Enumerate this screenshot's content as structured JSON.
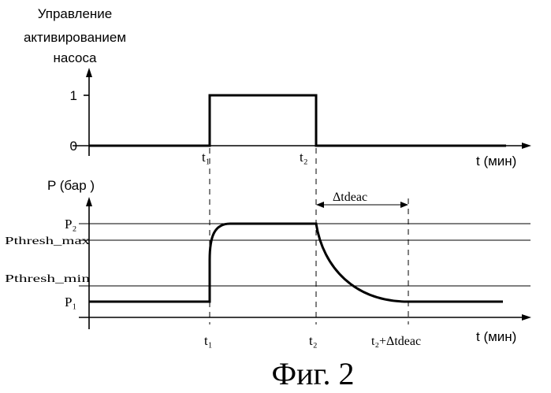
{
  "top_chart": {
    "title_lines": [
      "Управление",
      "активированием",
      "насоса"
    ],
    "y_tick_1": "1",
    "y_tick_0": "0",
    "t1_label": "t₁",
    "t2_label": "t₂",
    "x_axis_label": "t (мин)"
  },
  "bottom_chart": {
    "y_axis_label": "P (бар )",
    "p2_label": "P₂",
    "pthresh_max_label": "Pthresh_max",
    "pthresh_min_label": "Pthresh_min",
    "p1_label": "P₁",
    "delta_label": "Δtdeac",
    "t1_label": "t₁",
    "t2_label": "t₂",
    "t2_plus_label": "t₂+Δtdeac",
    "x_axis_label": "t (мин)"
  },
  "caption": "Фиг. 2"
}
